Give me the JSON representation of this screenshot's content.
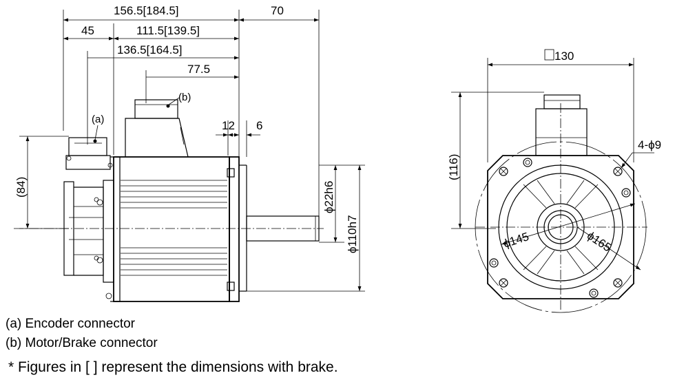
{
  "side_view": {
    "dims": {
      "overall_length": "156.5[184.5]",
      "shaft_length": "70",
      "rear_offset": "45",
      "body_length": "111.5[139.5]",
      "encoder_to_flange": "136.5[164.5]",
      "motor_connector_to_flange": "77.5",
      "flange_thickness": "12",
      "shaft_shoulder": "6",
      "encoder_height": "(84)",
      "shaft_diameter": "ϕ22h6",
      "pilot_diameter": "ϕ110h7"
    },
    "labels": {
      "encoder": "(a)",
      "motor_brake": "(b)"
    }
  },
  "front_view": {
    "dims": {
      "square": "130",
      "connector_height": "(116)",
      "mount_holes": "4-ϕ9",
      "pcd_inner": "ϕ145",
      "pcd_outer": "ϕ165"
    }
  },
  "legend": {
    "a": "(a) Encoder connector",
    "b": "(b) Motor/Brake connector"
  },
  "note": "* Figures in [  ] represent the dimensions with brake."
}
